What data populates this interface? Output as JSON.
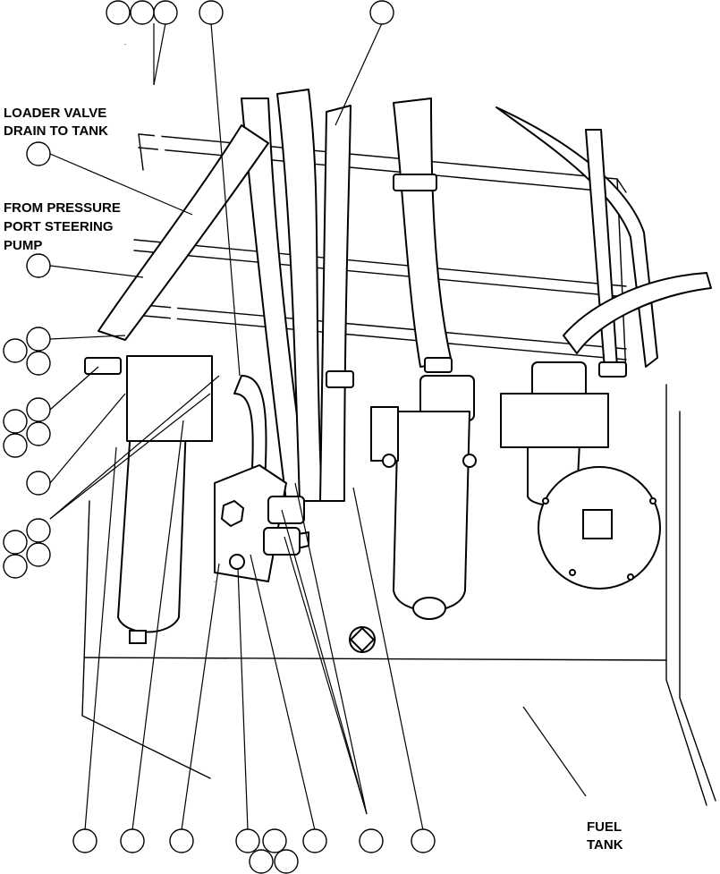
{
  "labels": {
    "loader_valve_line1": "LOADER VALVE",
    "loader_valve_line2": "DRAIN TO TANK",
    "pressure_port_line1": "FROM PRESSURE",
    "pressure_port_line2": "PORT STEERING",
    "pressure_port_line3": "PUMP",
    "fuel_tank_line1": "FUEL",
    "fuel_tank_line2": "TANK"
  }
}
